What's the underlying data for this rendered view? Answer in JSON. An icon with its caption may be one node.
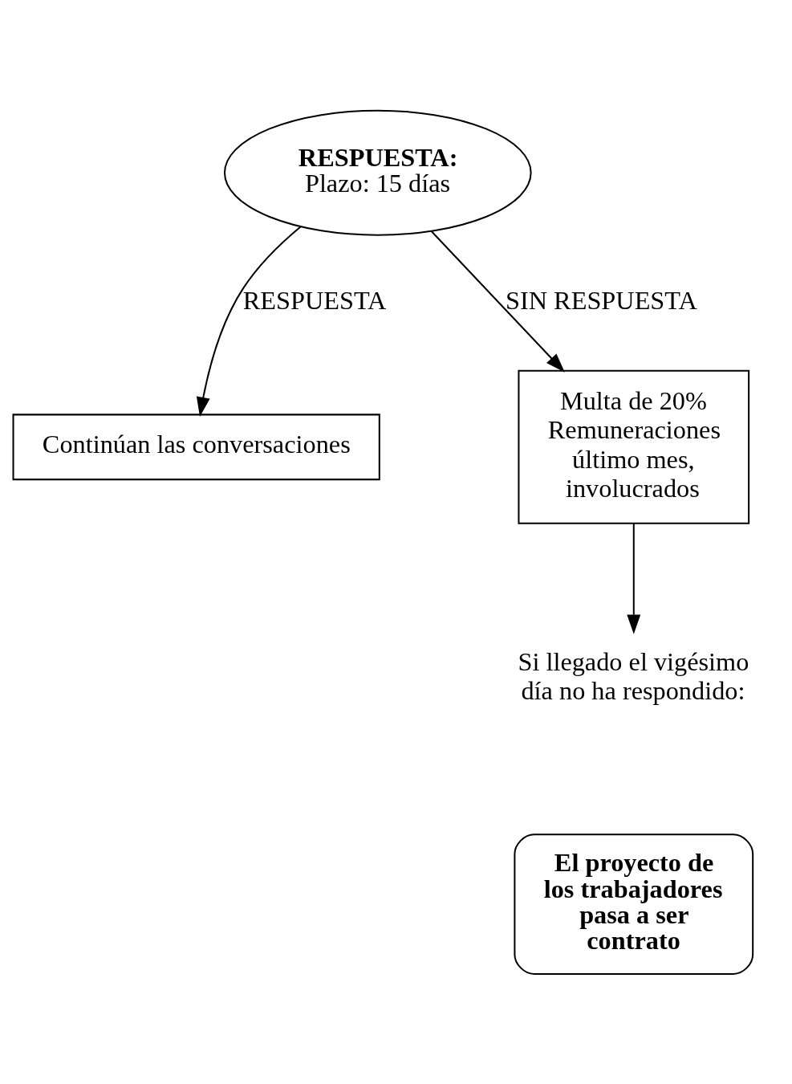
{
  "diagram": {
    "nodes": [
      {
        "text": [
          "RESPUESTA:",
          "Plazo: 15 días"
        ]
      },
      {
        "text": [
          "Continúan las conversaciones"
        ]
      },
      {
        "text": [
          "Multa de 20% Remuneraciones último mes, involucrados"
        ]
      },
      {
        "text": [
          "Si llegado el vigésimo día no ha respondido:"
        ]
      },
      {
        "text": [
          "El proyecto de los trabajadores pasa a ser contrato"
        ]
      }
    ],
    "edges": [
      {
        "from": 0,
        "to": 1,
        "arrow": "to",
        "label": "RESPUESTA"
      },
      {
        "from": 0,
        "to": 2,
        "arrow": "to",
        "label": "SIN RESPUESTA"
      },
      {
        "from": 2,
        "to": 3,
        "arrow": "to"
      }
    ]
  }
}
